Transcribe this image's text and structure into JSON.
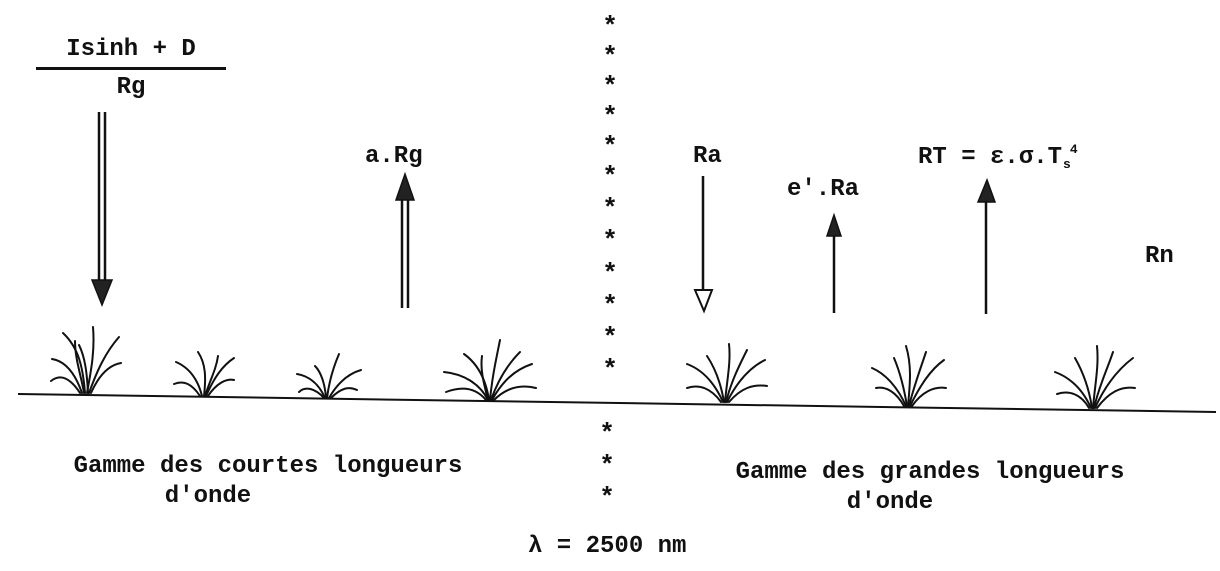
{
  "shortwave": {
    "incoming_numerator": "Isinh + D",
    "incoming_denominator": "Rg",
    "reflected": "a.Rg",
    "range_line1": "Gamme des courtes longueurs",
    "range_line2": "d'onde"
  },
  "longwave": {
    "atmospheric": "Ra",
    "reflected": "e'.Ra",
    "emitted_main": "RT = ε.σ.T",
    "emitted_sub": "s",
    "emitted_sup": "4",
    "net": "Rn",
    "range_line1": "Gamme des grandes longueurs",
    "range_line2": "d'onde"
  },
  "divider": {
    "wavelength_label": "λ = 2500 nm"
  }
}
